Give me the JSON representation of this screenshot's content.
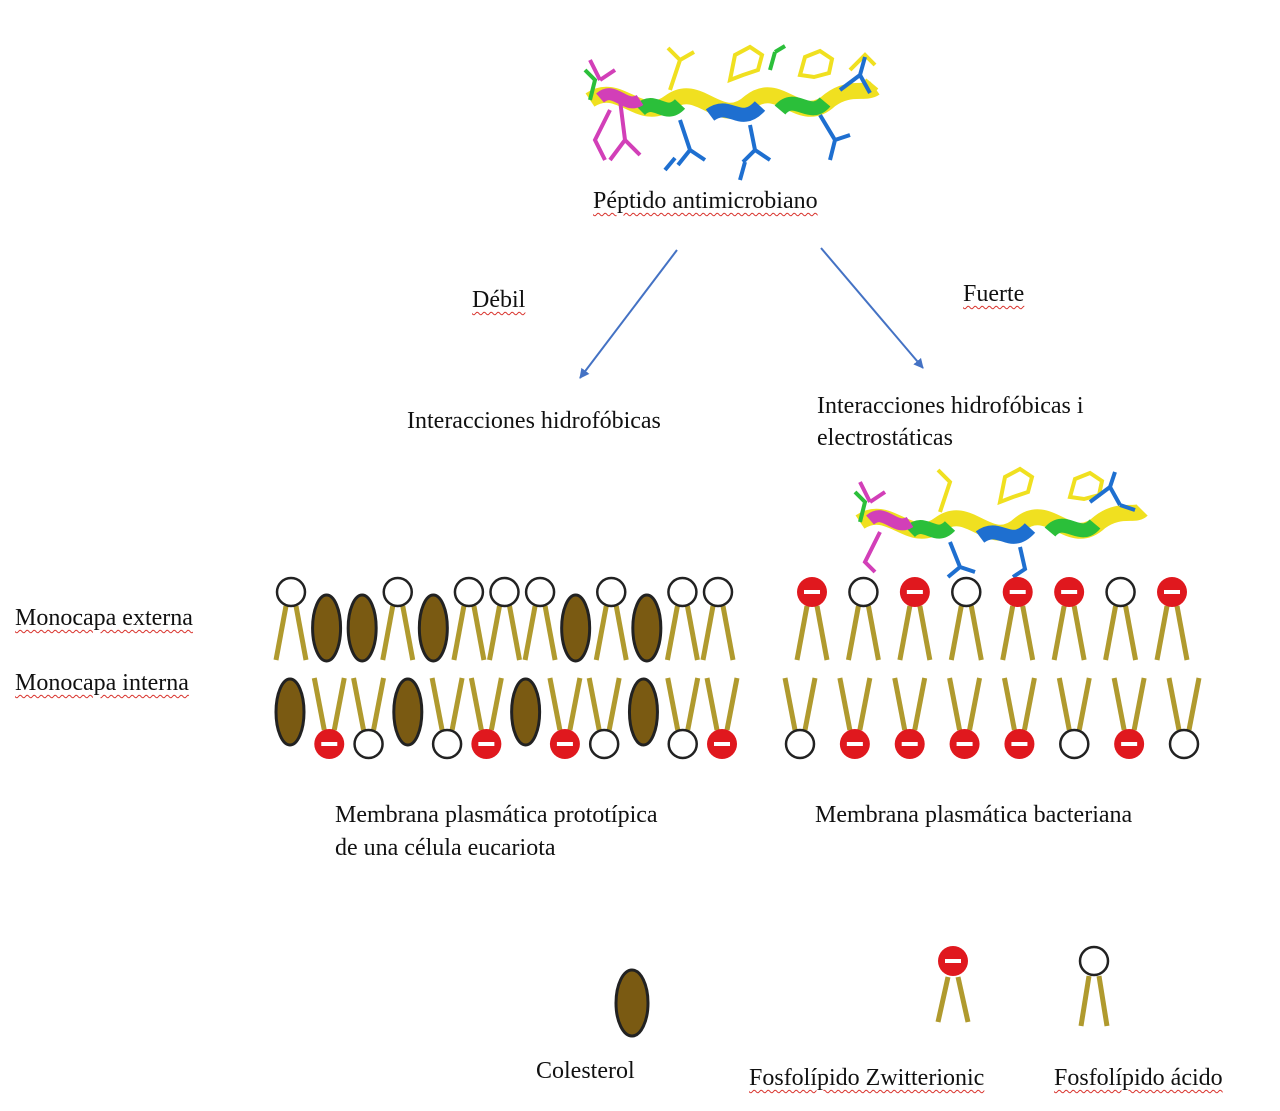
{
  "peptide": {
    "label": "Péptido antimicrobiano"
  },
  "branches": {
    "weak": {
      "label": "Débil",
      "result": "Interacciones hidrofóbicas"
    },
    "strong": {
      "label": "Fuerte",
      "result_line1": "Interacciones hidrofóbicas i",
      "result_line2": "electrostáticas"
    }
  },
  "monolayers": {
    "outer": "Monocapa externa",
    "inner": "Monocapa interna"
  },
  "membranes": {
    "eukaryotic": {
      "caption_line1": "Membrana plasmática prototípica",
      "caption_line2": "de una célula eucariota",
      "outer_sequence": [
        "zwitter",
        "chol",
        "chol",
        "zwitter",
        "chol",
        "zwitter",
        "zwitter",
        "zwitter",
        "chol",
        "zwitter",
        "chol",
        "zwitter",
        "zwitter"
      ],
      "inner_sequence": [
        "chol",
        "acid",
        "zwitter",
        "chol",
        "zwitter",
        "acid",
        "chol",
        "acid",
        "zwitter",
        "chol",
        "zwitter",
        "acid"
      ]
    },
    "bacterial": {
      "caption": "Membrana plasmática bacteriana",
      "outer_sequence": [
        "acid",
        "zwitter",
        "acid",
        "zwitter",
        "acid",
        "acid",
        "zwitter",
        "acid"
      ],
      "inner_sequence": [
        "zwitter",
        "acid",
        "acid",
        "acid",
        "acid",
        "zwitter",
        "acid",
        "zwitter"
      ]
    }
  },
  "legend": {
    "cholesterol": "Colesterol",
    "zwitterionic": "Fosfolípido Zwitterionic",
    "acidic": "Fosfolípido ácido"
  },
  "colors": {
    "arrow": "#4472c4",
    "acidic_head": "#e0181e",
    "zwitter_head": "#ffffff",
    "tail": "#b09a2e",
    "cholesterol": "#7a5a12",
    "helix_yellow": "#f0e020",
    "helix_blue": "#1e6fd0",
    "helix_green": "#2bbf3a",
    "helix_magenta": "#d23fb8"
  }
}
